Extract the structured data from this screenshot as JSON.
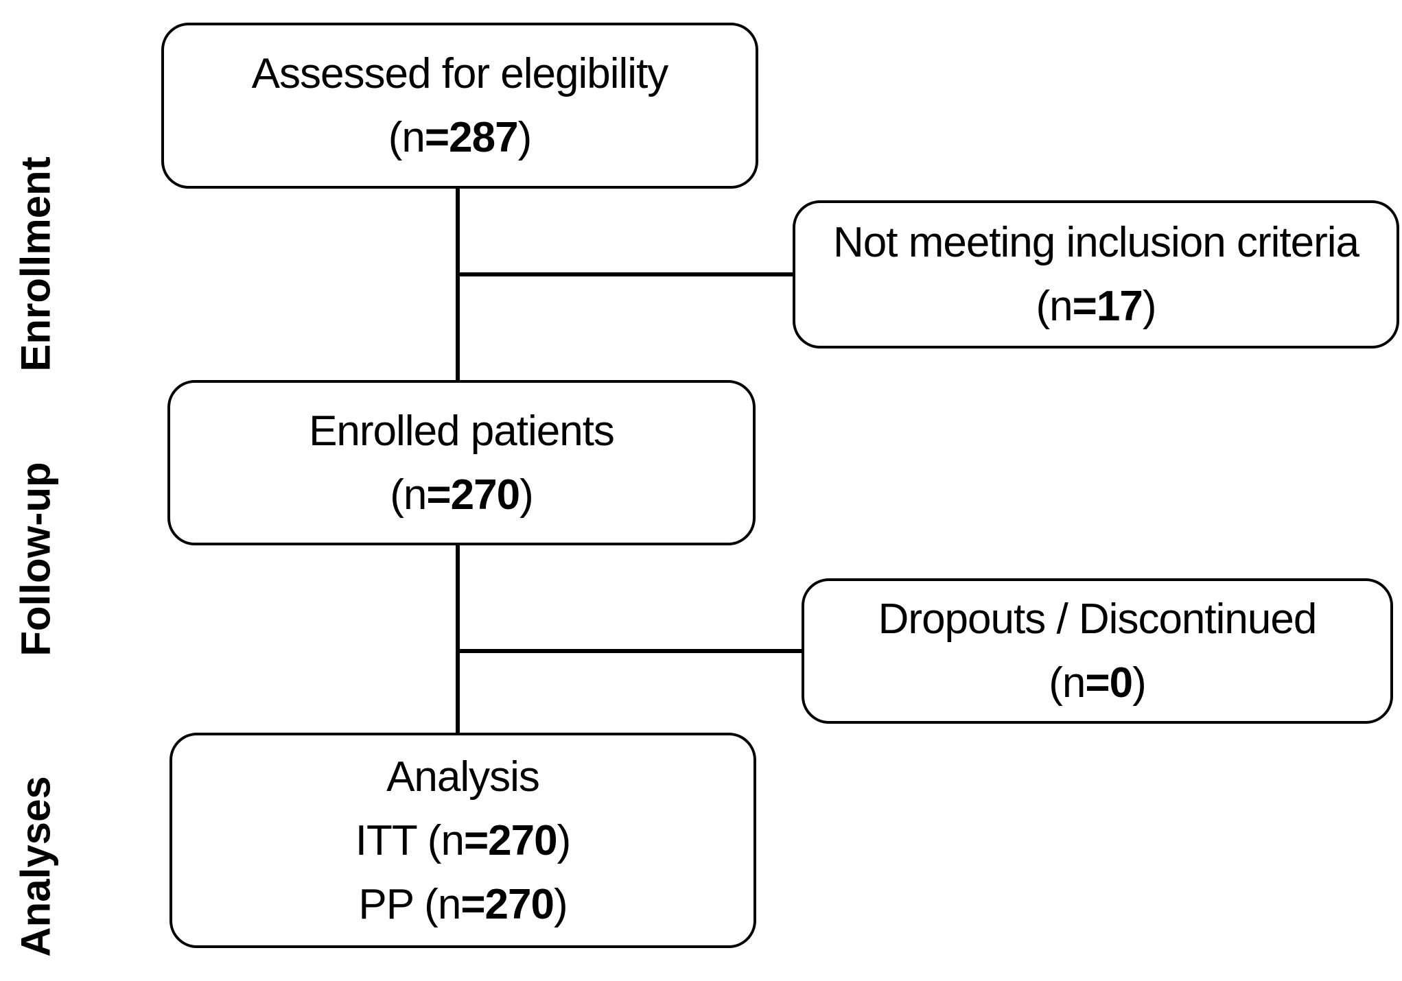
{
  "figure": {
    "type": "consort-flow-diagram",
    "background_color": "#ffffff",
    "line_color": "#000000",
    "text_color": "#000000"
  },
  "stage_labels": [
    {
      "label": "Enrollment"
    },
    {
      "label": "Follow-up"
    },
    {
      "label": "Analyses"
    }
  ],
  "boxes": {
    "assessed": {
      "title": "Assessed for elegibility",
      "count_open": "(n",
      "count_bold": "=287",
      "count_close": ")"
    },
    "not_meeting": {
      "title": "Not meeting inclusion criteria",
      "count_open": "(n",
      "count_bold": "=17",
      "count_close": ")"
    },
    "enrolled": {
      "title": "Enrolled patients",
      "count_open": "(n",
      "count_bold": "=270",
      "count_close": ")"
    },
    "dropouts": {
      "title": "Dropouts / Discontinued",
      "count_open": "(n",
      "count_bold": "=0",
      "count_close": ")"
    },
    "analysis": {
      "title": "Analysis",
      "itt_open": "ITT (n",
      "itt_bold": "=270",
      "itt_close": ")",
      "pp_open": "PP (n",
      "pp_bold": "=270",
      "pp_close": ")"
    }
  }
}
